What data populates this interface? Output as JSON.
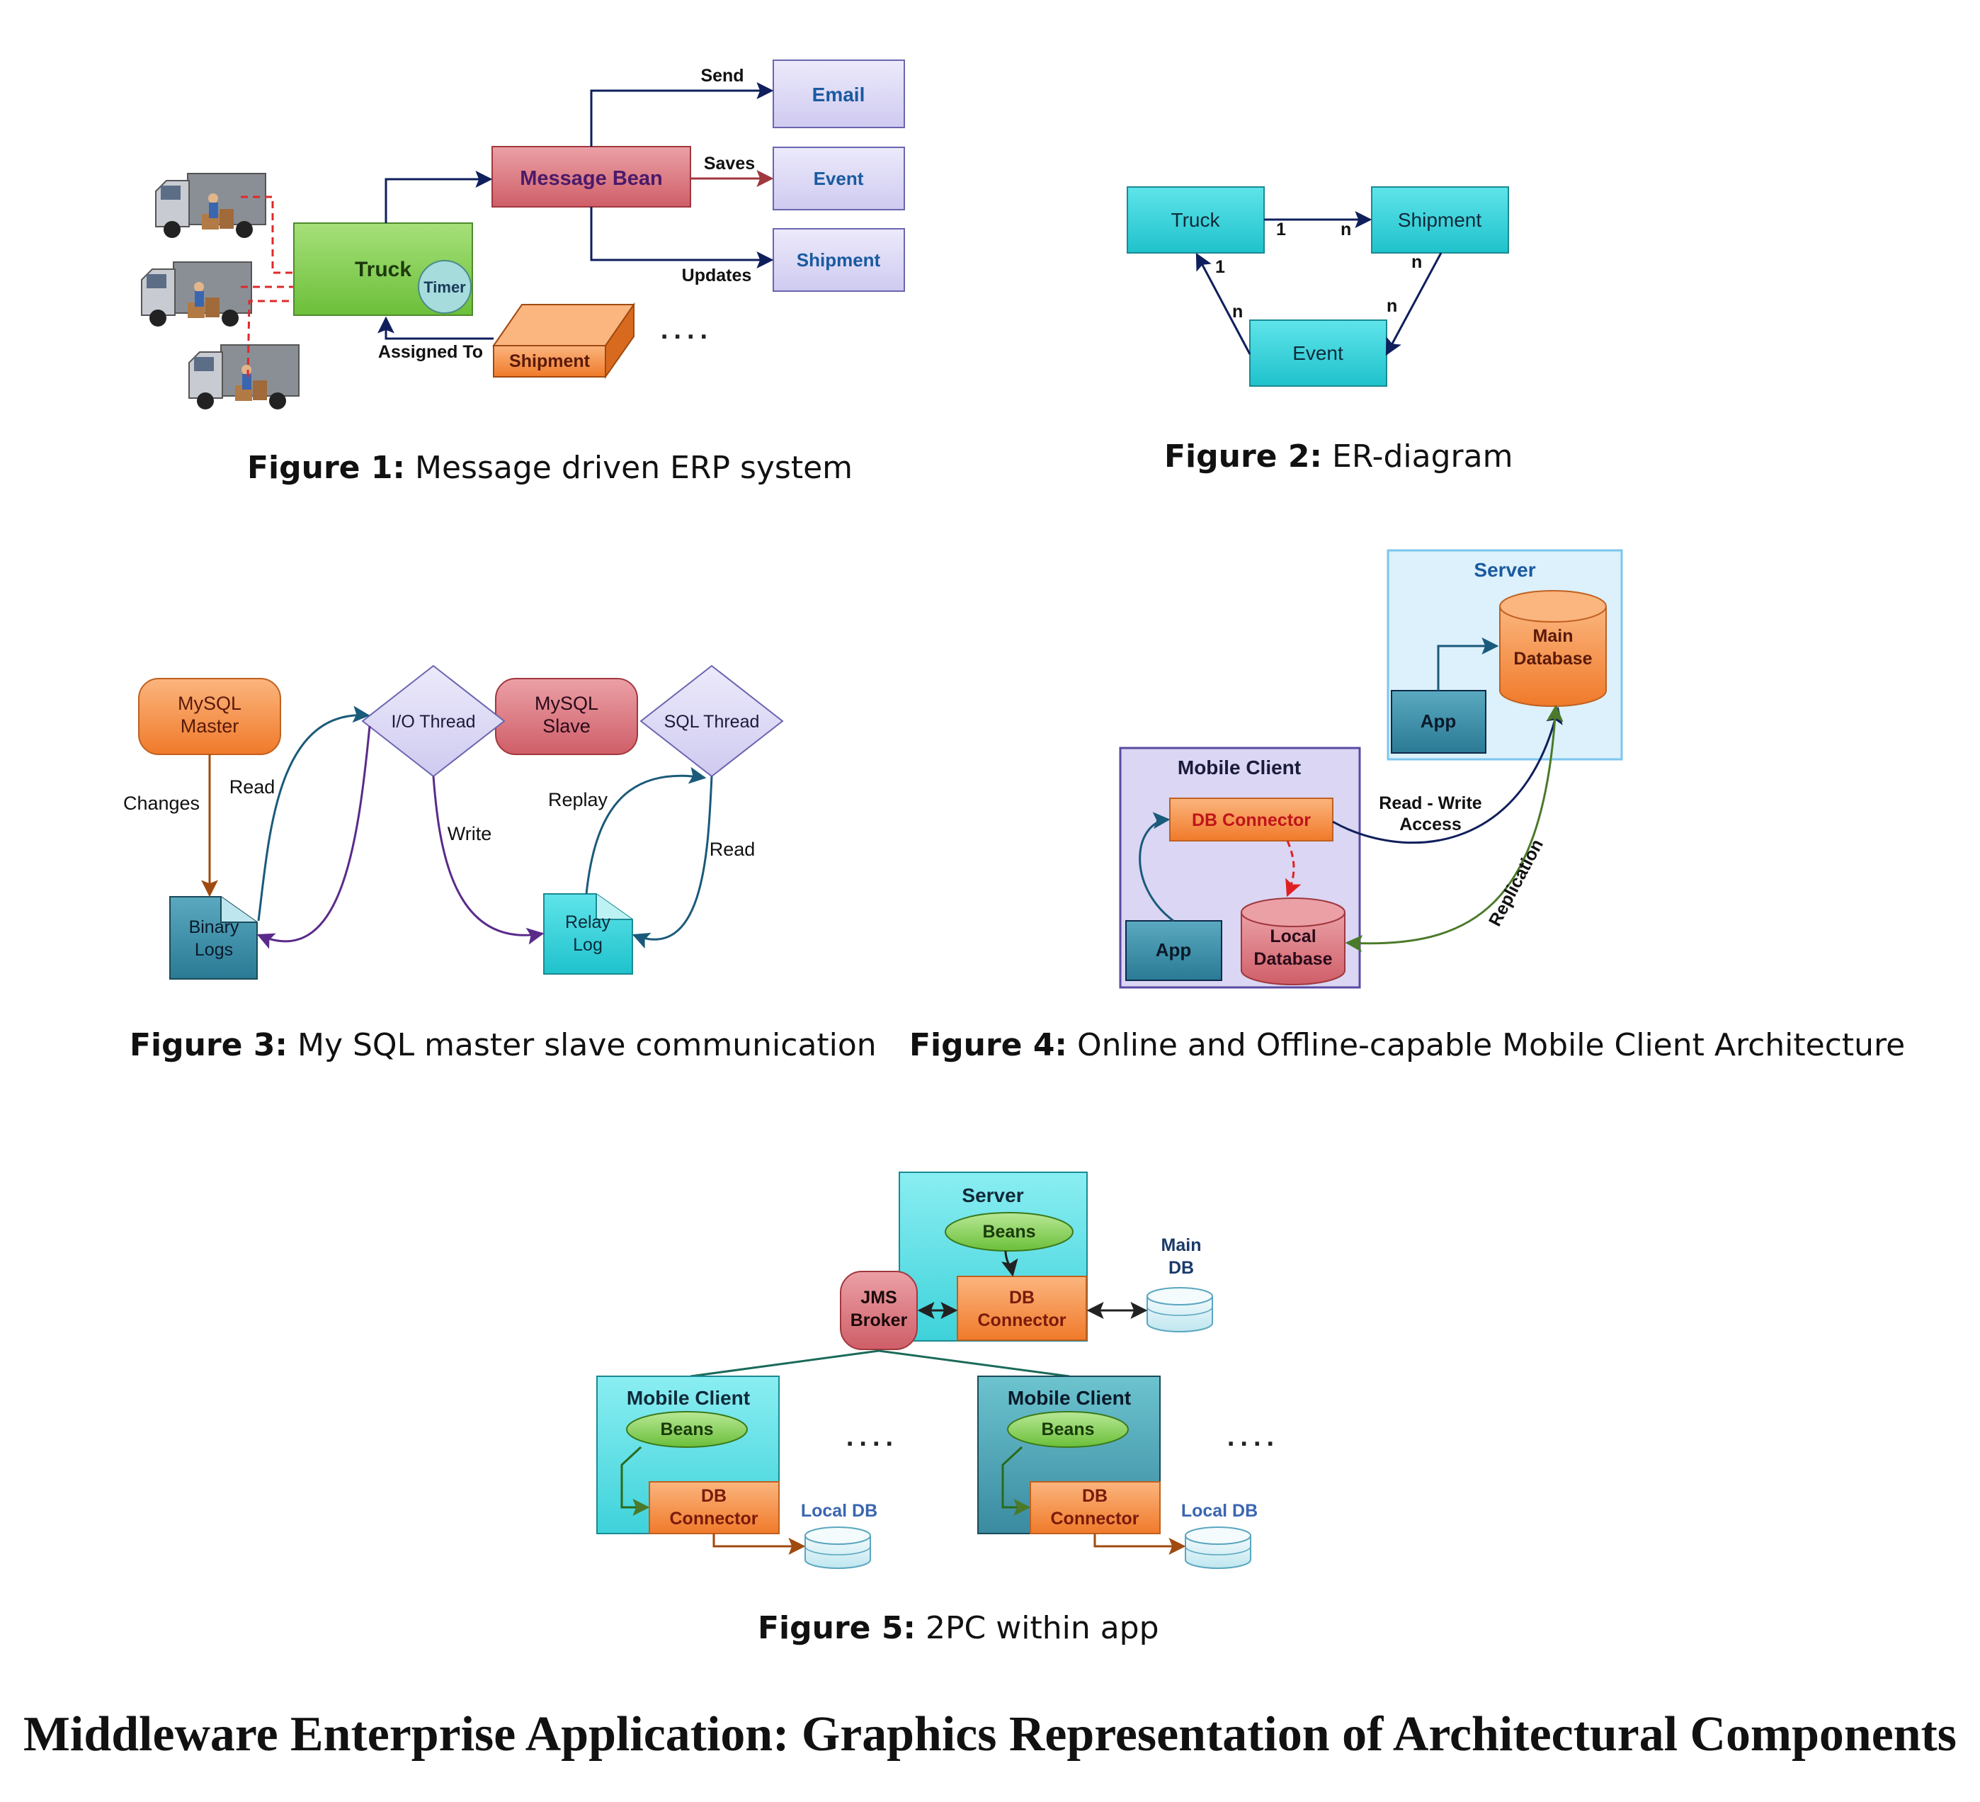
{
  "colors": {
    "navy": "#0f1f5c",
    "teal_box": "#2fd0d8",
    "green_box": "#82cc4a",
    "red_box": "#d8727c",
    "orange_box": "#f58a3c",
    "lavender_box": "#dcd9f4",
    "light_blue_panel": "#d8f0fb"
  },
  "figure1": {
    "caption_label": "Figure 1:",
    "caption_text": " Message driven ERP system",
    "truck": "Truck",
    "timer": "Timer",
    "message_bean": "Message Bean",
    "email": "Email",
    "event": "Event",
    "shipment_box": "Shipment",
    "shipment_cube": "Shipment",
    "send": "Send",
    "saves": "Saves",
    "updates": "Updates",
    "assigned_to": "Assigned To",
    "ellipsis": "...."
  },
  "figure2": {
    "caption_label": "Figure 2:",
    "caption_text": " ER-diagram",
    "truck": "Truck",
    "shipment": "Shipment",
    "event": "Event",
    "card_truck_shipment_left": "1",
    "card_truck_shipment_right": "n",
    "card_shipment_event_top": "n",
    "card_shipment_event_bottom": "n",
    "card_event_truck_top": "1",
    "card_event_truck_bottom": "n"
  },
  "figure3": {
    "caption_label": "Figure 3:",
    "caption_text": " My SQL master slave communication",
    "mysql_master": [
      "MySQL",
      "Master"
    ],
    "mysql_slave": [
      "MySQL",
      "Slave"
    ],
    "io_thread": "I/O Thread",
    "sql_thread": "SQL Thread",
    "binary_logs": [
      "Binary",
      "Logs"
    ],
    "relay_log": [
      "Relay",
      "Log"
    ],
    "changes": "Changes",
    "read_left": "Read",
    "write": "Write",
    "replay": "Replay",
    "read_right": "Read"
  },
  "figure4": {
    "caption_label": "Figure 4:",
    "caption_text": " Online and Offline-capable Mobile Client Architecture",
    "server": "Server",
    "main_database": [
      "Main",
      "Database"
    ],
    "app_server": "App",
    "mobile_client": "Mobile Client",
    "db_connector": "DB Connector",
    "app_client": "App",
    "local_database": [
      "Local",
      "Database"
    ],
    "read_write_access": [
      "Read - Write",
      "Access"
    ],
    "replication": "Replication"
  },
  "figure5": {
    "caption_label": "Figure 5:",
    "caption_text": " 2PC within app",
    "server": "Server",
    "beans_server": "Beans",
    "db_connector_server": [
      "DB",
      "Connector"
    ],
    "jms_broker": [
      "JMS",
      "Broker"
    ],
    "main_db": [
      "Main",
      "DB"
    ],
    "mobile_client_left": "Mobile Client",
    "beans_left": "Beans",
    "db_connector_left": [
      "DB",
      "Connector"
    ],
    "local_db_left": "Local DB",
    "mobile_client_right": "Mobile Client",
    "beans_right": "Beans",
    "db_connector_right": [
      "DB",
      "Connector"
    ],
    "local_db_right": "Local DB",
    "ellipsis_left": "....",
    "ellipsis_right": "...."
  },
  "page_title": "Middleware Enterprise Application: Graphics Representation of Architectural Components"
}
